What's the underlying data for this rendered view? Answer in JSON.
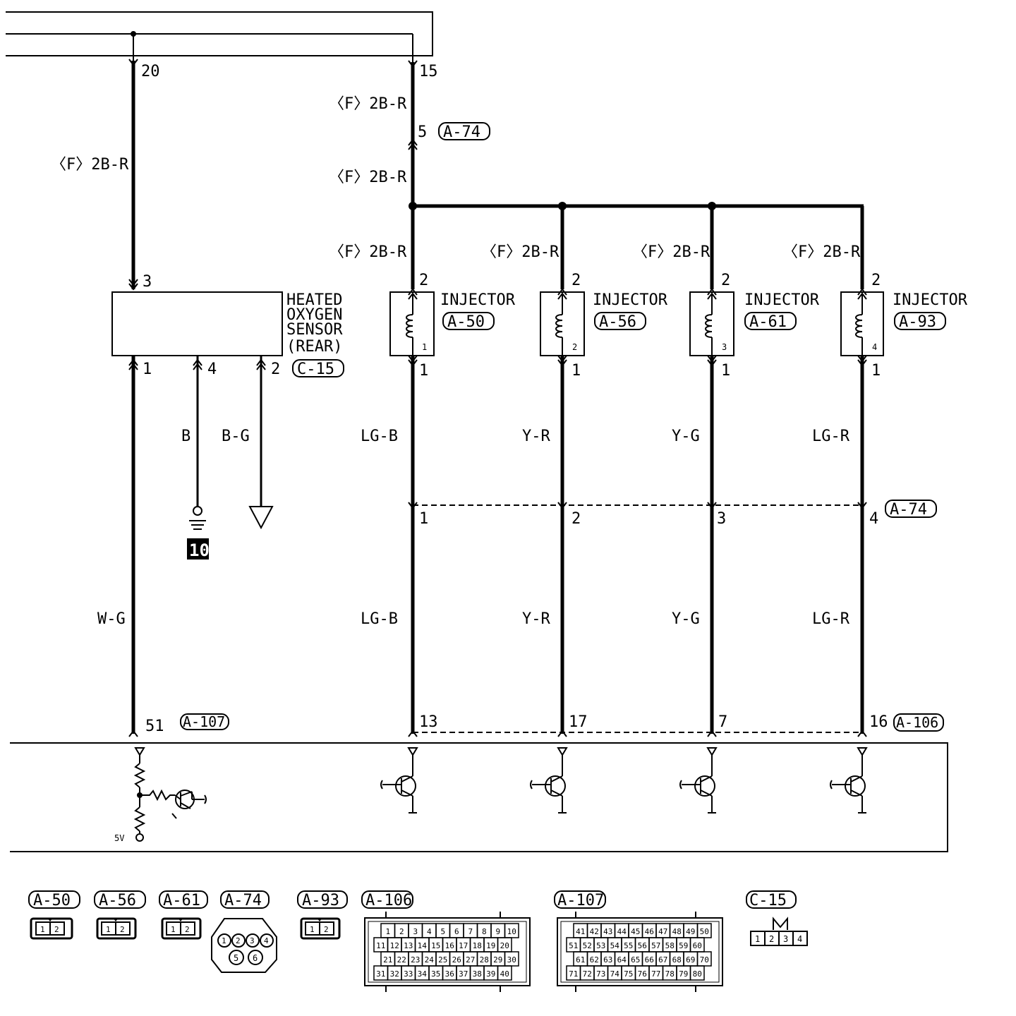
{
  "top_pins": {
    "left": "20",
    "right": "15"
  },
  "wire_2b_r": "〈F〉2B-R",
  "junction_connector": {
    "pin": "5",
    "ref": "A-74"
  },
  "sensor": {
    "lines": [
      "HEATED",
      "OXYGEN",
      "SENSOR",
      "(REAR)"
    ],
    "ref": "C-15",
    "pin_top": "3",
    "pins_bottom": [
      "1",
      "4",
      "2"
    ],
    "wire_b": "B",
    "wire_bg": "B-G",
    "wire_wg": "W-G",
    "ground_label": "10",
    "ecu_pin": "51",
    "ecu_ref": "A-107",
    "bias_label": "5V"
  },
  "injectors": [
    {
      "title": "INJECTOR",
      "ref": "A-50",
      "num": "1",
      "pin_top": "2",
      "pin_bottom": "1",
      "wire": "LG-B",
      "a74_pin": "1",
      "ecu_pin": "13"
    },
    {
      "title": "INJECTOR",
      "ref": "A-56",
      "num": "2",
      "pin_top": "2",
      "pin_bottom": "1",
      "wire": "Y-R",
      "a74_pin": "2",
      "ecu_pin": "17"
    },
    {
      "title": "INJECTOR",
      "ref": "A-61",
      "num": "3",
      "pin_top": "2",
      "pin_bottom": "1",
      "wire": "Y-G",
      "a74_pin": "3",
      "ecu_pin": "7"
    },
    {
      "title": "INJECTOR",
      "ref": "A-93",
      "num": "4",
      "pin_top": "2",
      "pin_bottom": "1",
      "wire": "LG-R",
      "a74_pin": "4",
      "ecu_pin": "16"
    }
  ],
  "a74_mid_ref": "A-74",
  "ecu_ref_injectors": "A-106",
  "connector_legend": {
    "a50": {
      "ref": "A-50",
      "pins": [
        "1",
        "2"
      ]
    },
    "a56": {
      "ref": "A-56",
      "pins": [
        "1",
        "2"
      ]
    },
    "a61": {
      "ref": "A-61",
      "pins": [
        "1",
        "2"
      ]
    },
    "a74": {
      "ref": "A-74",
      "pins": [
        "1",
        "2",
        "3",
        "4",
        "5",
        "6"
      ]
    },
    "a93": {
      "ref": "A-93",
      "pins": [
        "1",
        "2"
      ]
    },
    "a106": {
      "ref": "A-106",
      "pins": [
        "1",
        "2",
        "3",
        "4",
        "5",
        "6",
        "7",
        "8",
        "9",
        "10",
        "11",
        "12",
        "13",
        "14",
        "15",
        "16",
        "17",
        "18",
        "19",
        "20",
        "21",
        "22",
        "23",
        "24",
        "25",
        "26",
        "27",
        "28",
        "29",
        "30",
        "31",
        "32",
        "33",
        "34",
        "35",
        "36",
        "37",
        "38",
        "39",
        "40"
      ]
    },
    "a107": {
      "ref": "A-107",
      "pins": [
        "41",
        "42",
        "43",
        "44",
        "45",
        "46",
        "47",
        "48",
        "49",
        "50",
        "51",
        "52",
        "53",
        "54",
        "55",
        "56",
        "57",
        "58",
        "59",
        "60",
        "61",
        "62",
        "63",
        "64",
        "65",
        "66",
        "67",
        "68",
        "69",
        "70",
        "71",
        "72",
        "73",
        "74",
        "75",
        "76",
        "77",
        "78",
        "79",
        "80"
      ]
    },
    "c15": {
      "ref": "C-15",
      "pins": [
        "1",
        "2",
        "3",
        "4"
      ]
    }
  }
}
